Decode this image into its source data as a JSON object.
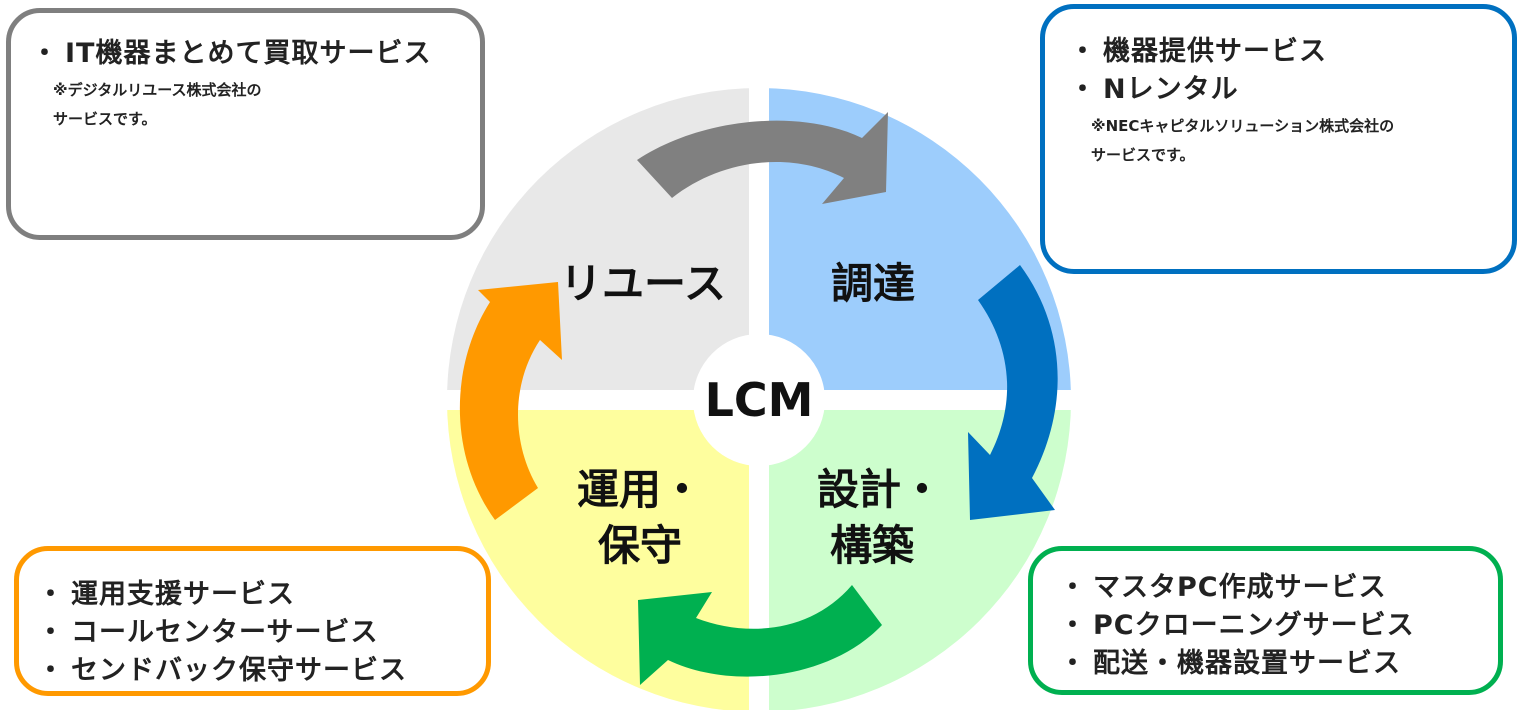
{
  "center_label": "LCM",
  "quadrants": {
    "reuse": {
      "label": "リユース",
      "color": "#e8e8e8"
    },
    "procure": {
      "label": "調達",
      "color": "#9dcdfc"
    },
    "design": {
      "label_line1": "設計・",
      "label_line2": "構築",
      "color": "#cdfecd"
    },
    "ops": {
      "label_line1": "運用・",
      "label_line2": "保守",
      "color": "#fefe9e"
    }
  },
  "arrows": {
    "top": "#808080",
    "right": "#0070c0",
    "bottom": "#00b050",
    "left": "#ff9900"
  },
  "boxes": {
    "reuse": {
      "items": [
        "IT機器まとめて買取サービス"
      ],
      "note_line1": "※デジタルリユース株式会社の",
      "note_line2": "サービスです。",
      "icon": "truck-recycle-icon",
      "border_color": "#7f7f7f"
    },
    "procure": {
      "items": [
        "機器提供サービス",
        "Nレンタル"
      ],
      "note_line1": "※NECキャピタルソリューション株式会社の",
      "note_line2": "サービスです。",
      "icon": "laptop-icon",
      "border_color": "#0070c0"
    },
    "ops": {
      "items": [
        "運用支援サービス",
        "コールセンターサービス",
        "センドバック保守サービス"
      ],
      "border_color": "#ff9900"
    },
    "design": {
      "items": [
        "マスタPC作成サービス",
        "PCクローニングサービス",
        "配送・機器設置サービス"
      ],
      "border_color": "#00b050"
    }
  },
  "bullet": "・"
}
